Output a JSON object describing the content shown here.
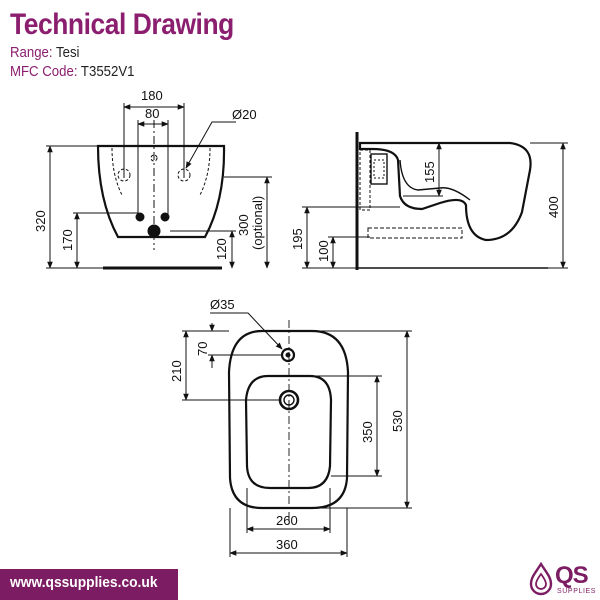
{
  "header": {
    "title": "Technical Drawing",
    "range_label": "Range:",
    "range_value": "Tesi",
    "mfc_label": "MFC Code:",
    "mfc_value": "T3552V1"
  },
  "front_view": {
    "dim_180": "180",
    "dim_80": "80",
    "dim_dia20": "Ø20",
    "dim_320": "320",
    "dim_170": "170",
    "dim_120": "120",
    "dim_300": "300",
    "dim_optional": "(optional)"
  },
  "side_view": {
    "dim_155": "155",
    "dim_400": "400",
    "dim_195": "195",
    "dim_100": "100"
  },
  "top_view": {
    "dim_dia35": "Ø35",
    "dim_70": "70",
    "dim_210": "210",
    "dim_350": "350",
    "dim_530": "530",
    "dim_260": "260",
    "dim_360": "360"
  },
  "footer": {
    "url": "www.qssupplies.co.uk",
    "logo_text": "QS",
    "logo_sub": "SUPPLIES"
  },
  "colors": {
    "brand": "#8b1e6e",
    "footer_bar": "#7c1d63",
    "line": "#111111"
  }
}
